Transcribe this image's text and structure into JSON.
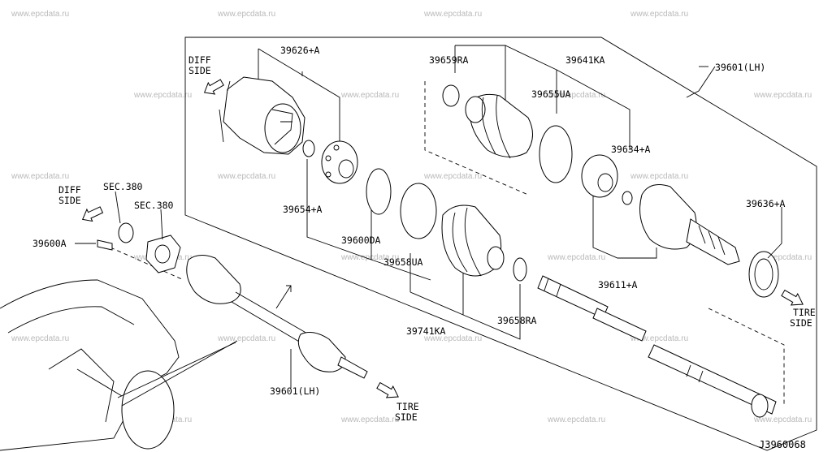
{
  "diagram_code": "J3960068",
  "watermark": "www.epcdata.ru",
  "directions": {
    "diff_side_top": [
      "DIFF",
      "SIDE"
    ],
    "diff_side_left": [
      "DIFF",
      "SIDE"
    ],
    "tire_side_right": [
      "TIRE",
      "SIDE"
    ],
    "tire_side_bottom": [
      "TIRE",
      "SIDE"
    ]
  },
  "labels": {
    "p39626A": "39626+A",
    "p39659RA": "39659RA",
    "p39641KA": "39641KA",
    "p39601LH_top": "39601(LH)",
    "p39655UA": "39655UA",
    "p39634A": "39634+A",
    "p39654A": "39654+A",
    "p39636A": "39636+A",
    "p39600DA": "39600DA",
    "p39658UA": "39658UA",
    "p39611A": "39611+A",
    "p39741KA": "39741KA",
    "p39658RA": "39658RA",
    "p39601LH_bottom": "39601(LH)",
    "sec380a": "SEC.380",
    "sec380b": "SEC.380",
    "p39600A": "39600A"
  }
}
